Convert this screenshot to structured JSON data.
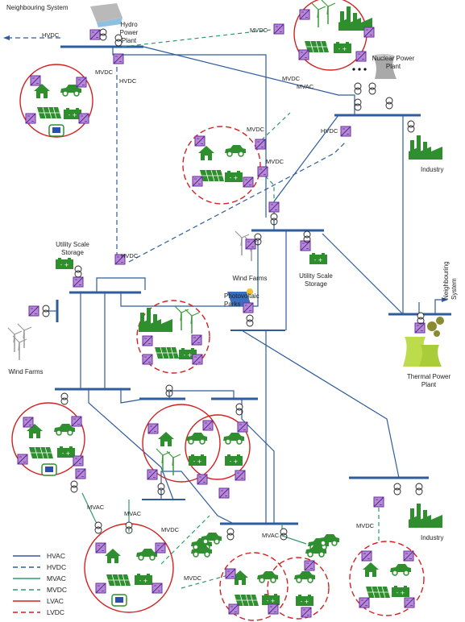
{
  "labels": {
    "neighbouring_top": "Neighbouring System",
    "neighbouring_right_1": "Neighbouring",
    "neighbouring_right_2": "System",
    "hydro_1": "Hydro",
    "hydro_2": "Power",
    "hydro_3": "Plant",
    "nuclear_1": "Nuclear  Power",
    "nuclear_2": "Plant",
    "industry_top": "Industry",
    "industry_bottom": "Industry",
    "utility_storage_left_1": "Utility Scale",
    "utility_storage_left_2": "Storage",
    "utility_storage_mid_1": "Utility Scale",
    "utility_storage_mid_2": "Storage",
    "wind_farms_mid": "Wind Farms",
    "wind_farms_left": "Wind Farms",
    "pv_1": "Photovoltaic",
    "pv_2": "Parks",
    "thermal_1": "Thermal Power",
    "thermal_2": "Plant",
    "link_hvdc_1": "HVDC",
    "link_hvdc_2": "HVDC",
    "link_hvdc_3": "HVDC",
    "link_hvdc_4": "HVDC",
    "link_mvdc_1": "MVDC",
    "link_mvdc_2": "MVDC",
    "link_mvdc_3": "MVDC",
    "link_mvdc_4": "MVDC",
    "link_mvdc_5": "MVDC",
    "link_mvdc_6": "MVDC",
    "link_mvdc_7": "MVDC",
    "link_mvac_1": "MVAC",
    "link_mvac_2": "MVAC",
    "link_mvac_3": "MVAC",
    "link_mvac_4": "MVAC"
  },
  "legend": [
    {
      "label": "HVAC",
      "color": "#2e5c9e",
      "dash": "solid"
    },
    {
      "label": "HVDC",
      "color": "#2e5c9e",
      "dash": "dashed"
    },
    {
      "label": "MVAC",
      "color": "#2e9a6a",
      "dash": "solid"
    },
    {
      "label": "MVDC",
      "color": "#2e9a6a",
      "dash": "dashed"
    },
    {
      "label": "LVAC",
      "color": "#d42020",
      "dash": "solid"
    },
    {
      "label": "LVDC",
      "color": "#d42020",
      "dash": "dashed"
    }
  ],
  "colors": {
    "hv": "#2e5c9e",
    "mv": "#2e9a6a",
    "lv": "#d42020",
    "converter": "#9a5cc6",
    "green": "#2f8f2f",
    "olive": "#8a8a30"
  }
}
